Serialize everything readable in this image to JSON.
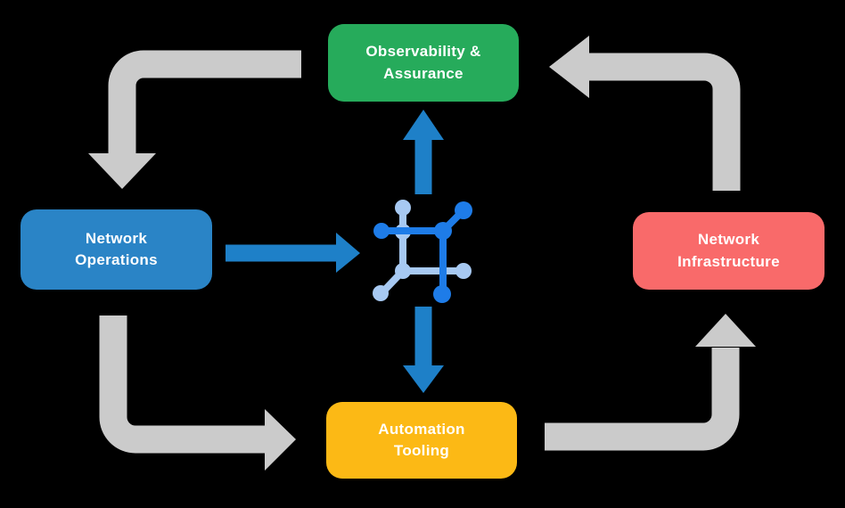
{
  "background": "#000000",
  "colors": {
    "arrow_gray": "#CBCBCB",
    "arrow_blue": "#1E80C8",
    "text": "#FFFFFF"
  },
  "boxes": {
    "observability": {
      "line1": "Observability &",
      "line2": "Assurance",
      "color": "#26AB5B"
    },
    "operations": {
      "line1": "Network",
      "line2": "Operations",
      "color": "#2A84C6"
    },
    "infrastructure": {
      "line1": "Network",
      "line2": "Infrastructure",
      "color": "#F96A6A"
    },
    "tooling": {
      "line1": "Automation",
      "line2": "Tooling",
      "color": "#FCB915"
    }
  },
  "icon": {
    "name": "network-mesh-icon",
    "primary_color": "#1E7CE8",
    "secondary_color": "#A7C9F2"
  },
  "relations": {
    "outer_cycle": [
      "Observability & Assurance → Network Operations",
      "Network Operations → Automation Tooling",
      "Automation Tooling → Network Infrastructure",
      "Network Infrastructure → Observability & Assurance"
    ],
    "center_flows": [
      "Network Operations → center icon",
      "center icon → Observability & Assurance",
      "center icon → Automation Tooling"
    ]
  }
}
